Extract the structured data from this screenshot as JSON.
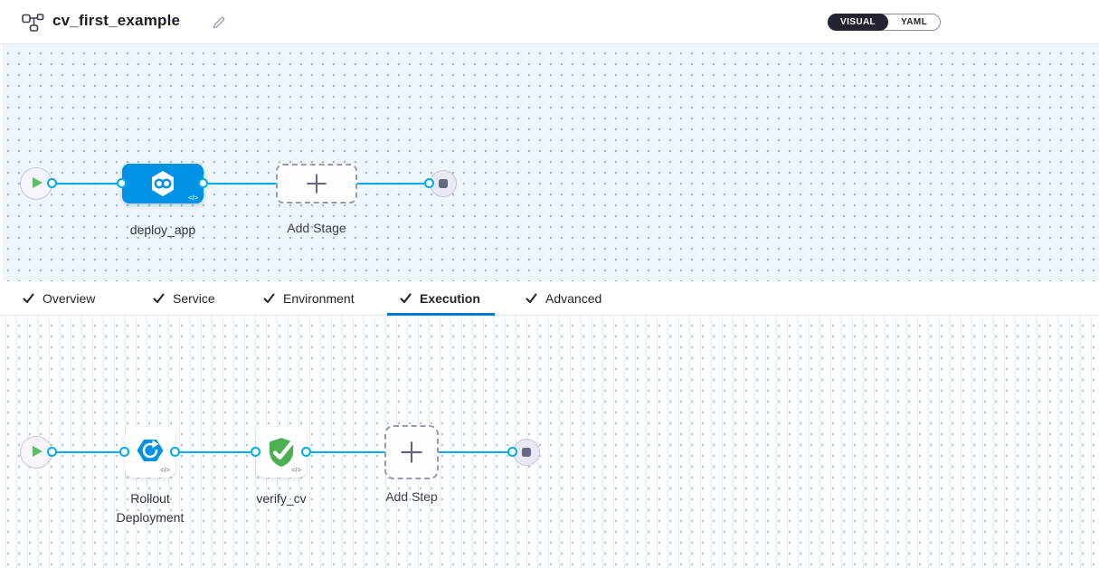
{
  "header": {
    "title": "cv_first_example",
    "view_toggle": {
      "options": [
        "VISUAL",
        "YAML"
      ],
      "selected": "VISUAL"
    }
  },
  "stage_canvas": {
    "stage_name": "deploy_app",
    "add_stage_label": "Add Stage"
  },
  "tabs": [
    {
      "label": "Overview",
      "checked": true,
      "active": false
    },
    {
      "label": "Service",
      "checked": true,
      "active": false
    },
    {
      "label": "Environment",
      "checked": true,
      "active": false
    },
    {
      "label": "Execution",
      "checked": true,
      "active": true
    },
    {
      "label": "Advanced",
      "checked": true,
      "active": false
    }
  ],
  "execution_canvas": {
    "steps": [
      {
        "name": "Rollout Deployment",
        "icon": "rollout-deployment-icon"
      },
      {
        "name": "verify_cv",
        "icon": "shield-check-icon"
      }
    ],
    "add_step_label": "Add Step"
  },
  "glyphs": {
    "code": "</>"
  },
  "colors": {
    "connector_blue": "#00ade4",
    "stage_blue": "#0092e4",
    "tab_underline_blue": "#0278d5",
    "verify_green": "#4caf50",
    "play_green": "#5abd68",
    "toggle_dark": "#22242f",
    "canvas_tint": "#eef6fb"
  }
}
